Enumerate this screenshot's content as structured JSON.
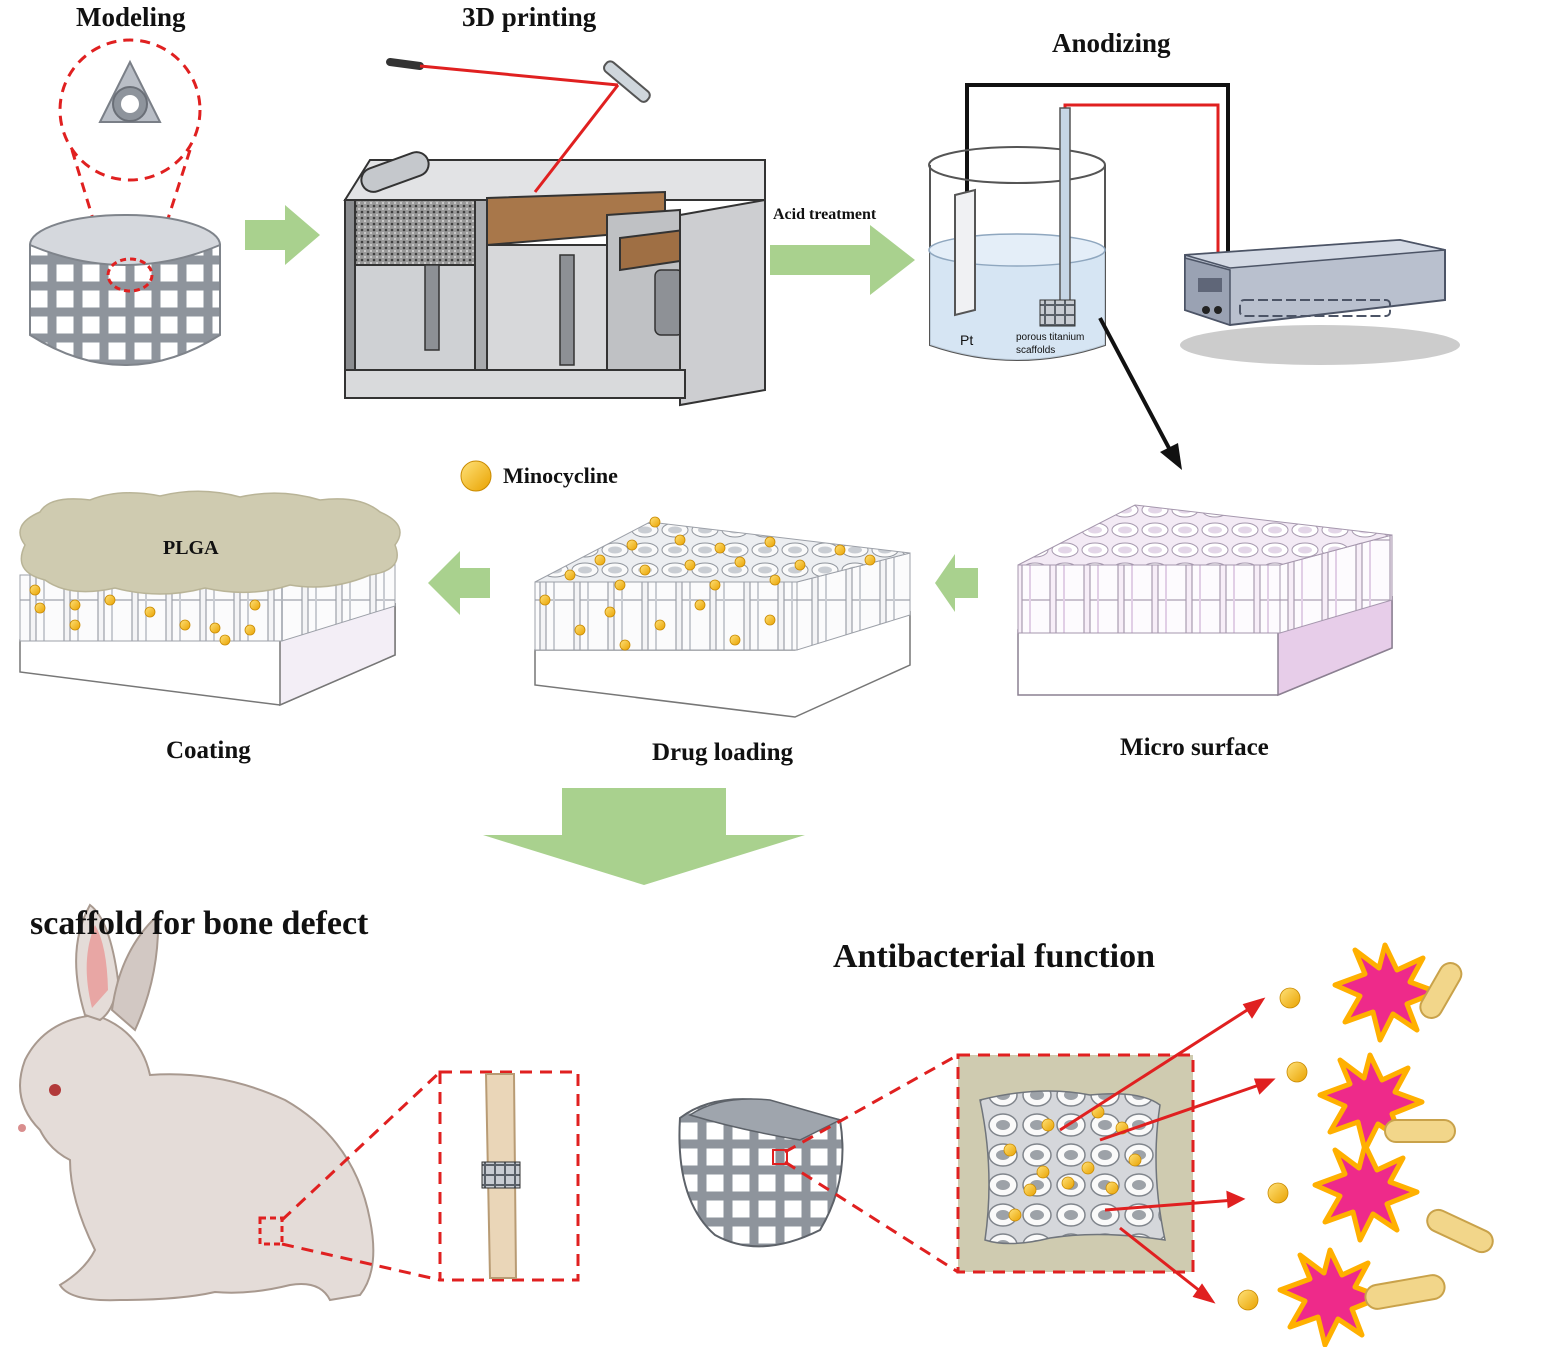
{
  "steps": {
    "modeling": "Modeling",
    "printing": "3D printing",
    "anodizing": "Anodizing",
    "acid": "Acid treatment",
    "micro": "Micro surface",
    "drug": "Drug loading",
    "coating": "Coating"
  },
  "anodizing_labels": {
    "pt": "Pt",
    "scaffold_line1": "porous titanium",
    "scaffold_line2": "scaffolds"
  },
  "legend": {
    "minocycline": "Minocycline"
  },
  "coating_label": "PLGA",
  "bottom": {
    "left_title": "scaffold for bone defect",
    "right_title": "Antibacterial function"
  },
  "colors": {
    "arrow_green": "#a9d18e",
    "red": "#e02020",
    "drug_yellow": "#f5b800",
    "plga": "#cfcbb0",
    "bacteria_burst": "#ee2a8a",
    "burst_outline": "#ffb000"
  }
}
